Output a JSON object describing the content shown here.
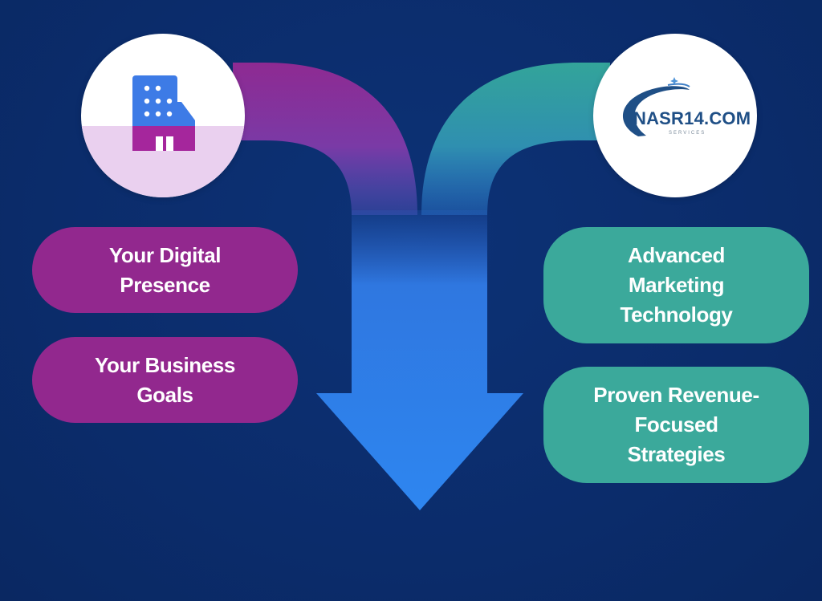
{
  "diagram": {
    "left_circle": {
      "icon": "building-icon"
    },
    "right_circle": {
      "logo_name": "NASR14.COM",
      "logo_sub": "SERVICES",
      "logo_icon": "orbit-swoosh-icon"
    },
    "left_items": [
      {
        "label": "Your Digital\nPresence"
      },
      {
        "label": "Your Business\nGoals"
      }
    ],
    "right_items": [
      {
        "label": "Advanced\nMarketing\nTechnology"
      },
      {
        "label": "Proven Revenue-\nFocused\nStrategies"
      }
    ],
    "colors": {
      "background": "#0b2c6b",
      "purple": "#92288e",
      "teal": "#3ba99b",
      "arrow_blue": "#2f80ed",
      "icon_blue": "#3d7be6",
      "icon_magenta": "#a5269c"
    }
  }
}
